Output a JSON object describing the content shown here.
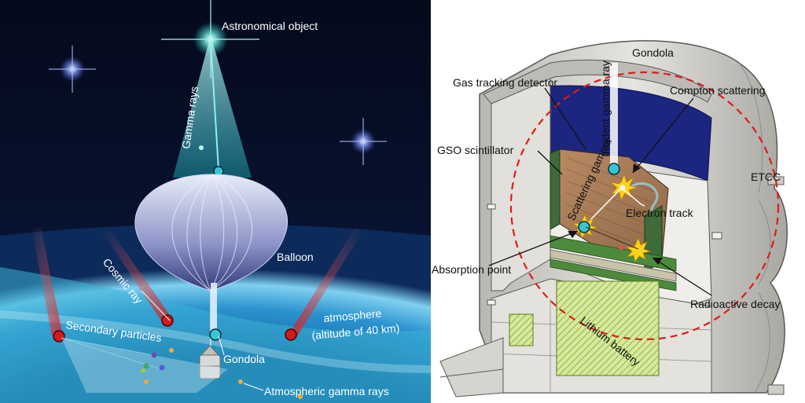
{
  "left_panel": {
    "labels": {
      "astronomical_object": "Astronomical object",
      "gamma_rays": "Gamma rays",
      "balloon": "Balloon",
      "cosmic_ray": "Cosmic ray",
      "atmosphere_line1": "atmosphere",
      "atmosphere_line2": "(altitude of 40 km)",
      "secondary_particles": "Secondary particles",
      "gondola": "Gondola",
      "atmospheric_gamma_rays": "Atmospheric gamma rays"
    }
  },
  "right_panel": {
    "labels": {
      "gondola": "Gondola",
      "gas_tracking_detector": "Gas tracking detector",
      "incident_gamma_ray": "Incident gamma ray",
      "compton_scattering": "Compton scattering",
      "gso_scintillator": "GSO scintillator",
      "scattering_gamma": "Scattering gamma",
      "etcc": "ETCC",
      "electron_track": "Electron track",
      "absorption_point": "Absorption point",
      "radioactive_decay": "Radioactive decay",
      "lithium_battery": "Lithium battery"
    }
  },
  "colors": {
    "space": "#04091a",
    "earth_glow": "#3aa6d8",
    "gamma_beam": "#29c4c4",
    "cosmic_ray": "#d41a1a",
    "detector_marker": "#35c6d6",
    "dashed_circle": "#e01b1b",
    "scintillator_blue": "#1c2580",
    "vessel_gray": "#d6d4cf",
    "battery_green": "#c3dd7a"
  }
}
